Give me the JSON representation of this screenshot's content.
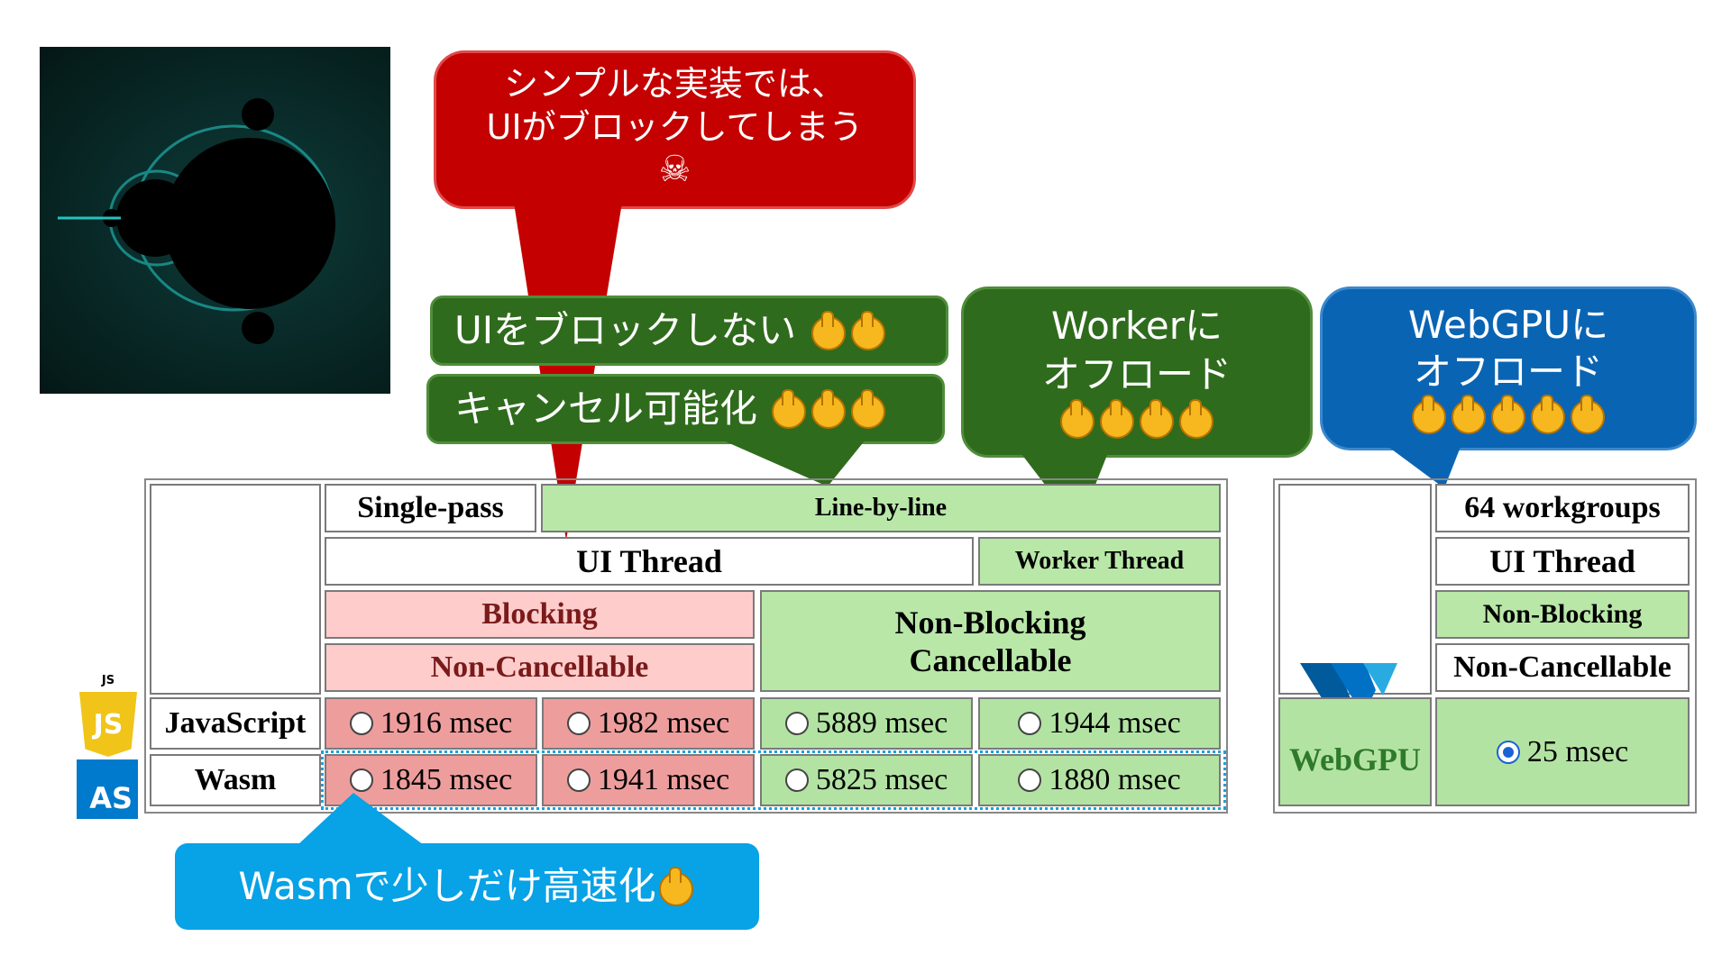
{
  "callouts": {
    "simple_blocking": {
      "line1": "シンプルな実装では、",
      "line2": "UIがブロックしてしまう",
      "icon": "☠"
    },
    "ui_not_block": "UIをブロックしない",
    "cancellable": "キャンセル可能化",
    "worker": {
      "line1": "Workerに",
      "line2": "オフロード"
    },
    "webgpu": {
      "line1": "WebGPUに",
      "line2": "オフロード"
    },
    "wasm": "Wasmで少しだけ高速化"
  },
  "headers": {
    "single_pass": "Single-pass",
    "line_by_line": "Line-by-line",
    "ui_thread": "UI Thread",
    "worker_thread": "Worker Thread",
    "blocking": "Blocking",
    "non_cancellable": "Non-Cancellable",
    "non_blocking": "Non-Blocking",
    "cancellable": "Cancellable",
    "workgroups": "64 workgroups",
    "ui_thread_gpu": "UI Thread",
    "non_blocking_gpu": "Non-Blocking",
    "non_cancellable_gpu": "Non-Cancellable"
  },
  "rows": {
    "javascript": {
      "label": "JavaScript",
      "values": [
        "1916 msec",
        "1982 msec",
        "5889 msec",
        "1944 msec"
      ]
    },
    "wasm": {
      "label": "Wasm",
      "values": [
        "1845 msec",
        "1941 msec",
        "5825 msec",
        "1880 msec"
      ]
    }
  },
  "webgpu": {
    "label": "WebGPU",
    "value": "25 msec",
    "selected": true
  },
  "logos": {
    "js_small": "JS",
    "js": "JS",
    "as": "AS"
  },
  "colors": {
    "red_callout": "#c40000",
    "green_callout": "#2f6b1c",
    "blue_callout": "#0a64b4",
    "cyan_callout": "#08a2e6"
  }
}
